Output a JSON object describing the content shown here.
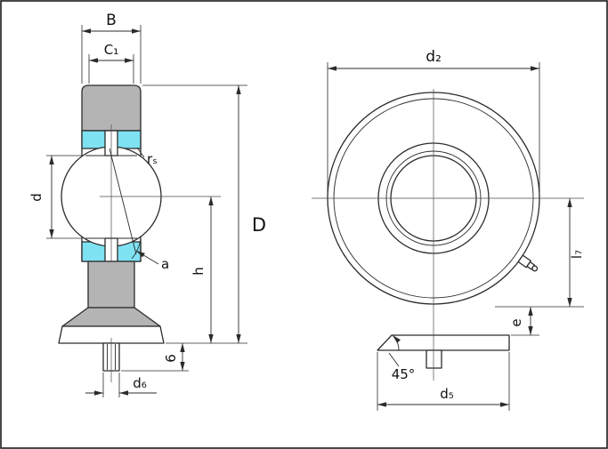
{
  "drawing": {
    "description": "Technical drawing of a hydraulic rod end spherical plain bearing, section view and front view"
  },
  "colors": {
    "steel": "#b4b4b4",
    "seal": "#7fe2f2",
    "outline": "#2b2b2b",
    "background": "#ffffff"
  },
  "section_view": {
    "labels": {
      "width": "B",
      "inner_width": "C₁",
      "chamfer_radius": "rₛ",
      "bore_diameter": "d",
      "head_diameter": "D",
      "center_height": "h",
      "misalignment_angle": "a",
      "collar_height": "6",
      "thread_diameter": "d₆"
    }
  },
  "front_view": {
    "labels": {
      "outer_diameter": "d₂",
      "lube_fitting_height": "l₇",
      "base_offset": "e",
      "chamfer_angle": "45°",
      "base_width": "d₅"
    }
  }
}
